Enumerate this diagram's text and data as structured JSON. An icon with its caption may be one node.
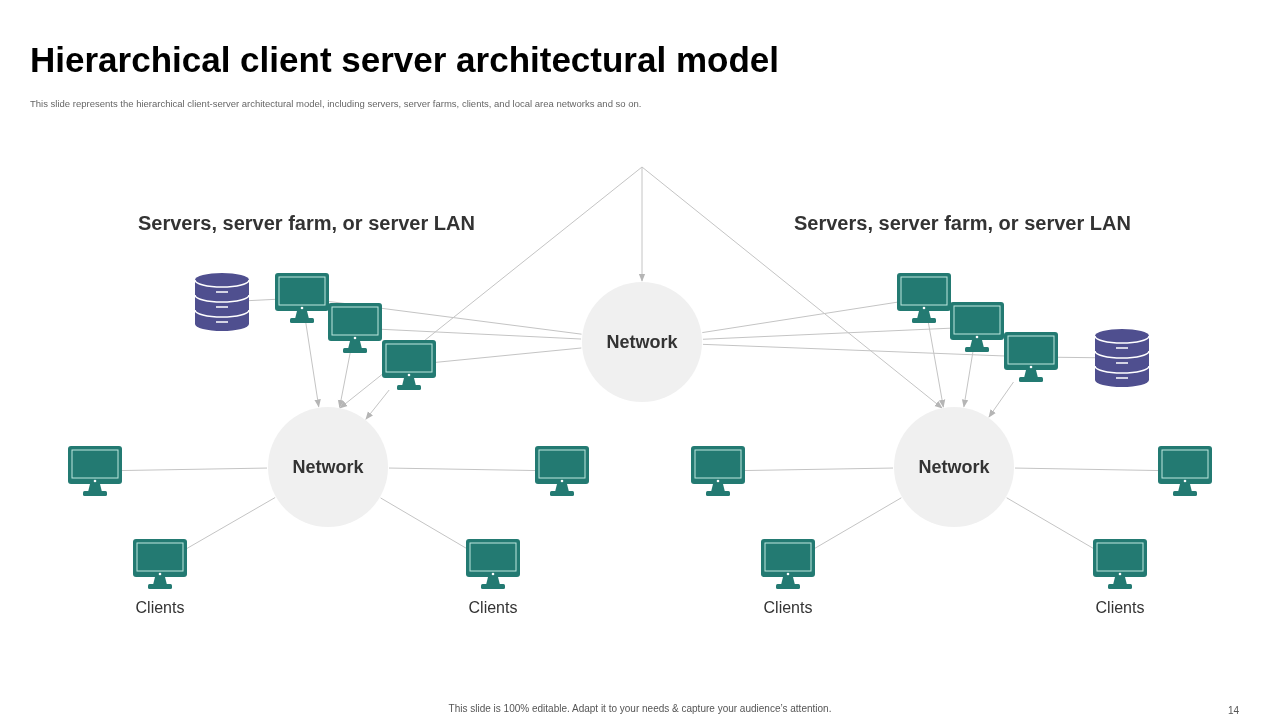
{
  "diagram": {
    "title": "Hierarchical client server architectural model",
    "nodes": [
      {
        "text": [
          "Network"
        ]
      },
      {
        "text": [
          "Network"
        ]
      },
      {
        "text": [
          "Network"
        ]
      },
      {
        "text": [],
        "shape": "cylinder"
      },
      {
        "text": [],
        "shape": "picture"
      },
      {
        "text": [],
        "shape": "picture"
      },
      {
        "text": [],
        "shape": "picture"
      },
      {
        "text": [],
        "shape": "picture"
      },
      {
        "text": [],
        "shape": "picture"
      },
      {
        "text": [],
        "shape": "picture"
      },
      {
        "text": [],
        "shape": "cylinder"
      },
      {
        "text": [],
        "shape": "picture"
      },
      {
        "text": [],
        "shape": "picture"
      },
      {
        "text": [],
        "shape": "picture",
        "beside": [
          "Clients"
        ]
      },
      {
        "text": [],
        "shape": "picture",
        "beside": [
          "Clients"
        ]
      },
      {
        "text": [],
        "shape": "picture"
      },
      {
        "text": [],
        "shape": "picture"
      },
      {
        "text": [],
        "shape": "picture",
        "beside": [
          "Clients"
        ]
      },
      {
        "text": [],
        "shape": "picture",
        "beside": [
          "Clients"
        ]
      }
    ],
    "edges": [
      {
        "from": null,
        "to": 1,
        "arrow": "to"
      },
      {
        "from": null,
        "to": 0,
        "arrow": "to"
      },
      {
        "from": null,
        "to": 2,
        "arrow": "to"
      },
      {
        "from": 0,
        "to": 4,
        "arrow": "none"
      },
      {
        "from": 0,
        "to": 5,
        "arrow": "none"
      },
      {
        "from": 0,
        "to": 6,
        "arrow": "none"
      },
      {
        "from": 0,
        "to": 7,
        "arrow": "none"
      },
      {
        "from": 0,
        "to": 8,
        "arrow": "none"
      },
      {
        "from": 0,
        "to": 9,
        "arrow": "none"
      },
      {
        "from": 4,
        "to": 1,
        "arrow": "to"
      },
      {
        "from": 5,
        "to": 1,
        "arrow": "to"
      },
      {
        "from": 6,
        "to": 1,
        "arrow": "to"
      },
      {
        "from": 7,
        "to": 2,
        "arrow": "to"
      },
      {
        "from": 8,
        "to": 2,
        "arrow": "to"
      },
      {
        "from": 9,
        "to": 2,
        "arrow": "to"
      },
      {
        "from": 3,
        "to": 4,
        "arrow": "none"
      },
      {
        "from": 9,
        "to": 10,
        "arrow": "none"
      },
      {
        "from": 1,
        "to": 11,
        "arrow": "none"
      },
      {
        "from": 1,
        "to": 12,
        "arrow": "none"
      },
      {
        "from": 1,
        "to": 13,
        "arrow": "none"
      },
      {
        "from": 1,
        "to": 14,
        "arrow": "none"
      },
      {
        "from": 2,
        "to": 15,
        "arrow": "none"
      },
      {
        "from": 2,
        "to": 16,
        "arrow": "none"
      },
      {
        "from": 2,
        "to": 17,
        "arrow": "none"
      },
      {
        "from": 2,
        "to": 18,
        "arrow": "none"
      }
    ],
    "labels": [
      "This slide represents the hierarchical client-server architectural model, including servers, server farms, clients, and local area networks and so on.",
      "Servers, server farm, or server LAN",
      "Servers, server farm, or server LAN",
      "This slide is 100% editable. Adapt it to your needs & capture your audience’s attention.",
      "14"
    ]
  }
}
